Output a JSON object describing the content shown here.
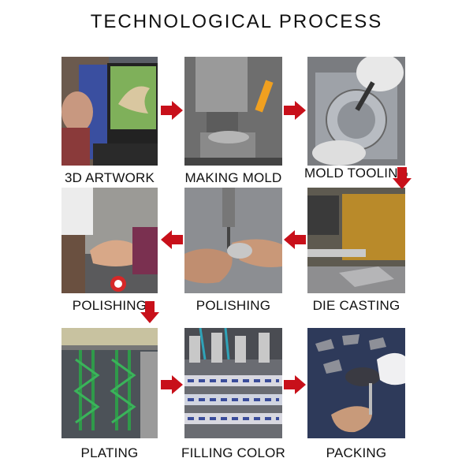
{
  "title": "TECHNOLOGICAL PROCESS",
  "steps": [
    {
      "label": "3D ARTWORK",
      "icon": "computer-artwork-photo"
    },
    {
      "label": "MAKING MOLD",
      "icon": "mold-machine-photo"
    },
    {
      "label": "MOLD TOOLING",
      "icon": "mold-tooling-photo"
    },
    {
      "label": "POLISHING",
      "icon": "hand-polishing-photo"
    },
    {
      "label": "POLISHING",
      "icon": "drill-polishing-photo"
    },
    {
      "label": "DIE CASTING",
      "icon": "die-casting-photo"
    },
    {
      "label": "PLATING",
      "icon": "plating-line-photo"
    },
    {
      "label": "FILLING COLOR",
      "icon": "color-filling-photo"
    },
    {
      "label": "PACKING",
      "icon": "packing-photo"
    }
  ],
  "colors": {
    "arrow": "#c8101a",
    "text": "#111111"
  }
}
